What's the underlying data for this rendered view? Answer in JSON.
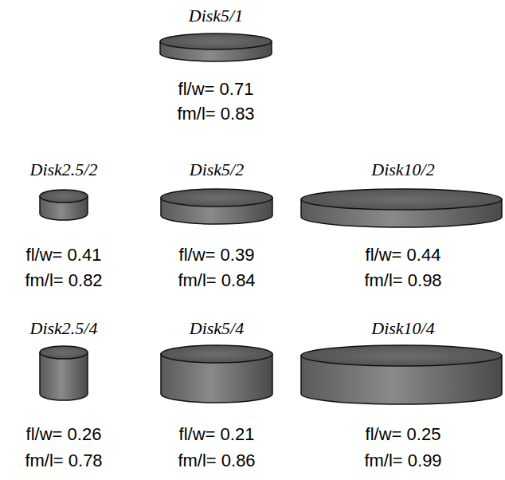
{
  "diagram": {
    "nodes": [
      {
        "text": [
          "Disk5/1",
          "fl/w= 0.71",
          "fm/l= 0.83"
        ]
      },
      {
        "text": [
          "Disk2.5/2",
          "fl/w= 0.41",
          "fm/l= 0.82"
        ]
      },
      {
        "text": [
          "Disk5/2",
          "fl/w= 0.39",
          "fm/l= 0.84"
        ]
      },
      {
        "text": [
          "Disk10/2",
          "fl/w= 0.44",
          "fm/l= 0.98"
        ]
      },
      {
        "text": [
          "Disk2.5/4",
          "fl/w= 0.26",
          "fm/l= 0.78"
        ]
      },
      {
        "text": [
          "Disk5/4",
          "fl/w= 0.21",
          "fm/l= 0.86"
        ]
      },
      {
        "text": [
          "Disk10/4",
          "fl/w= 0.25",
          "fm/l= 0.99"
        ]
      }
    ]
  }
}
